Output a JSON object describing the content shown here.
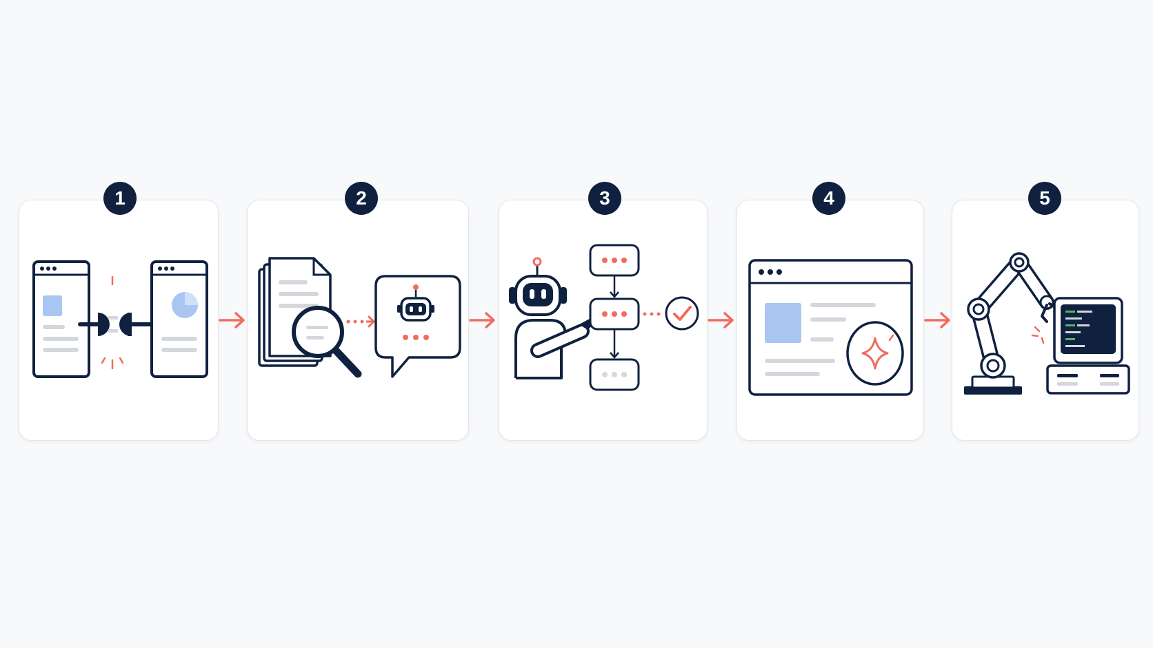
{
  "colors": {
    "ink": "#0f213f",
    "accent": "#f26b5e",
    "blue": "#a9c6f2",
    "gray": "#d4d7dc",
    "card_border": "#e2e5ea",
    "background": "#f8f9fb"
  },
  "steps": [
    {
      "number": "1",
      "icons": [
        "browser-window-icon",
        "plug-connector-icon",
        "browser-window-icon"
      ]
    },
    {
      "number": "2",
      "icons": [
        "document-stack-icon",
        "magnifier-icon",
        "robot-chat-bubble-icon"
      ]
    },
    {
      "number": "3",
      "icons": [
        "robot-icon",
        "workflow-boxes-icon",
        "checkmark-circle-icon"
      ]
    },
    {
      "number": "4",
      "icons": [
        "browser-window-icon",
        "sparkle-icon"
      ]
    },
    {
      "number": "5",
      "icons": [
        "robot-arm-icon",
        "computer-terminal-icon"
      ]
    }
  ]
}
